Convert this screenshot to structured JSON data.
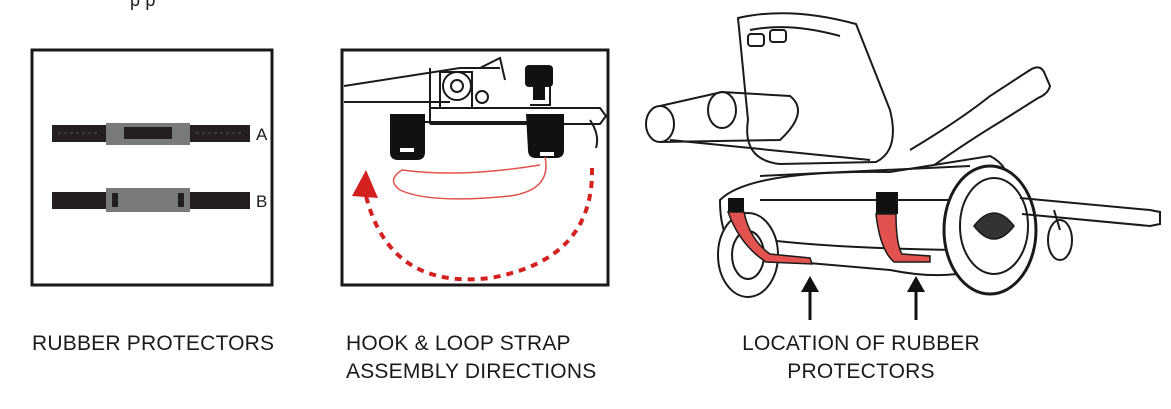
{
  "top_fragment": "p p",
  "panels": {
    "rubber_protectors": {
      "caption": "RUBBER PROTECTORS",
      "labels": [
        "A",
        "B"
      ]
    },
    "strap_assembly": {
      "caption_line1": "HOOK & LOOP STRAP",
      "caption_line2": "ASSEMBLY DIRECTIONS"
    },
    "location": {
      "caption_line1": "LOCATION OF RUBBER",
      "caption_line2": "PROTECTORS"
    }
  },
  "colors": {
    "ink": "#1a1a1a",
    "rubber_dark": "#231f20",
    "rubber_grey": "#7a7a7a",
    "strap_red": "#e2524e",
    "arrow_red": "#d4201f",
    "hardware_black": "#111111"
  }
}
